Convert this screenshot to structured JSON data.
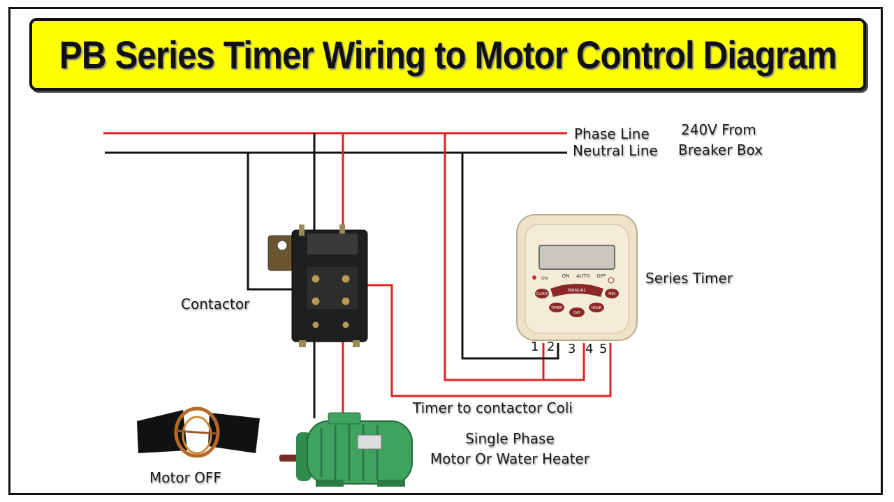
{
  "title": "PB Series Timer Wiring to Motor  Control Diagram",
  "labels": {
    "phase_line": "Phase Line",
    "neutral_line": "Neutral Line",
    "supply_line1": "240V From",
    "supply_line2": "Breaker Box",
    "series_timer": "Series Timer",
    "contactor": "Contactor",
    "timer_to_contactor": "Timer to contactor Coli",
    "load_line1": "Single Phase",
    "load_line2": "Motor Or Water Heater",
    "motor_off": "Motor OFF"
  },
  "timer_face": {
    "on_label": "ON",
    "auto_label": "AUTO",
    "off_label": "OFF",
    "manual_label": "MANUAL",
    "on_led": "ON",
    "buttons": [
      "CLOCK",
      "TIMER",
      "DAY",
      "HOUR",
      "MIN"
    ]
  },
  "terminals": [
    "1",
    "2",
    "3",
    "4",
    "5"
  ],
  "colors": {
    "phase": "#e02020",
    "neutral": "#111111",
    "banner": "#ffff00"
  }
}
